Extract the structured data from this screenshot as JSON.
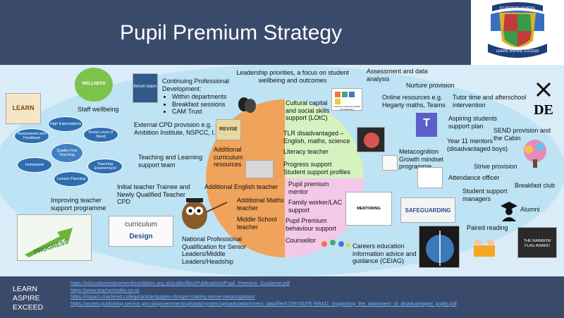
{
  "header": {
    "title": "Pupil Premium Strategy"
  },
  "crest": {
    "name": "ST PETER'S SCHOOL",
    "motto": "LEARN, ASPIRE, EXCEED"
  },
  "left": {
    "staff_wellbeing": "Staff wellbeing",
    "cpd_title": "Continuing Professional Development:",
    "cpd_items": [
      "Within departments",
      "Breakfast sessions",
      "CAM Trust"
    ],
    "external_cpd": "External CPD provision e.g. Ambition Institute, NSPCC, I.O.P.",
    "teaching_learning": "Teaching and Learning support team",
    "initial_teacher": "Initial teacher Trainee and Newly Qualified Teacher CPD",
    "improving_teacher": "Improving teacher support programme",
    "npq": "National Professional Qualification for Senior Leaders/Middle Leaders/Headship"
  },
  "cycle": {
    "nodes": [
      "High Expectations",
      "Know Level of Need",
      "Teaching Environment",
      "Lesson Planning",
      "Homework",
      "Assessment and Feedback"
    ],
    "center": "Quality First Teaching"
  },
  "circle": {
    "top_label": "Leadership priorities, a focus on student wellbeing and outcomes",
    "additional_curriculum": "Additional curriculum resources",
    "additional_english": "Additional English teacher",
    "additional_maths": "Additional Maths teacher",
    "middle_school": "Middle School teacher",
    "cultural_capital": "Cultural capital and social skills support (LOtC)",
    "tlr": "TLR disadvantaged – English, maths, science",
    "literacy": "Literacy teacher",
    "progress_support": "Progress support Student support profiles",
    "pupil_mentor": "Pupil premium mentor",
    "family_worker": "Family worker/LAC support",
    "behaviour_support": "Pupil Premium behaviour support",
    "counsellor": "Counsellor",
    "careers": "Careers education information advice and guidance (CEIAG)"
  },
  "right": {
    "assessment": "Assessment and data analysis",
    "nurture": "Nurture provision",
    "online": "Online resources e.g. Hegarty maths, Teams",
    "tutor": "Tutor time and afterschool intervention",
    "aspiring": "Aspiring students support plan",
    "send": "SEND provision and the Cabin",
    "metacognition": "Metacognition Growth mindset programme",
    "year11": "Year 11 mentors (disadvantaged boys)",
    "strive": "Strive provision",
    "attendance": "Attendance officer",
    "breakfast": "Breakfast club",
    "student_support": "Student support managers",
    "alumni": "Alumni",
    "paired_reading": "Paired reading"
  },
  "images": {
    "wellness": "WELLNESS",
    "forum": "forum learn",
    "revise": "REVISE",
    "curriculum": "curriculum",
    "design": "Design",
    "progress": "PROGRESS",
    "learn": "LEARN",
    "mentoring": "MENTORING",
    "safeguarding": "SAFEGUARDING",
    "lotc": "Council for Learning Outside the Classroom",
    "rainbow": "THE RAINBOW FLAG AWARD",
    "de": "DE"
  },
  "footer": {
    "motto": [
      "LEARN",
      "ASPIRE",
      "EXCEED"
    ],
    "links": [
      "https://educationendowmentfoundation.org.uk/public/files/Publications/Pupil_Premium_Guidance.pdf",
      "https://www.teachertoolkit.co.uk",
      "https://impact.chartered.college/article/quigley-stringer-making-sense-metacognition/",
      "https://assets.publishing.service.gov.uk/government/uploads/system/uploads/attachment_data/file/473974/DFE-RR411_Supporting_the_attainment_of_disadvantaged_pupils.pdf"
    ]
  },
  "colors": {
    "header": "#3a4a6b",
    "ellipse": "#bde3f4",
    "orange": "#f0a35a",
    "green": "#d4f3c0",
    "pink": "#f4c8e8",
    "cycle": "#2e6db0"
  }
}
